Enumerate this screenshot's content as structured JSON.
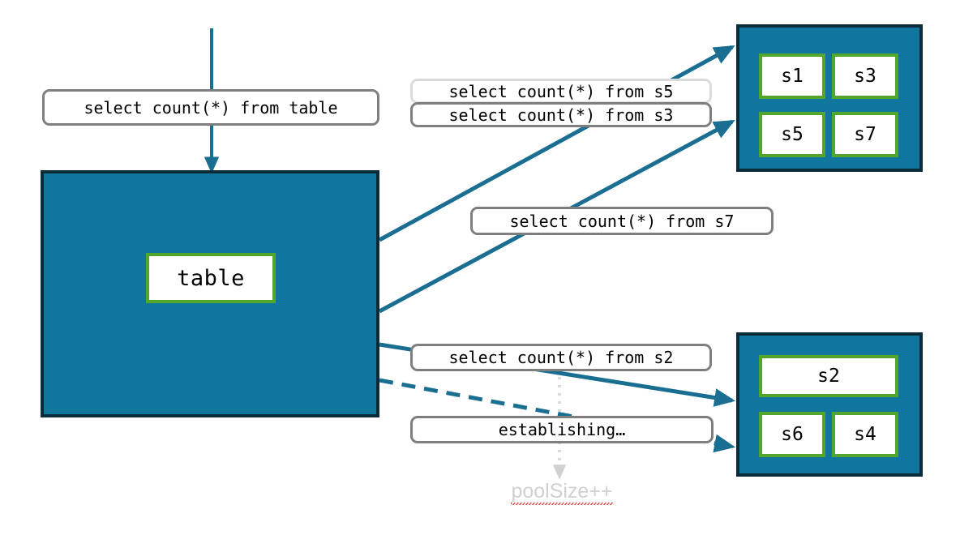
{
  "diagram": {
    "title": "connection pool query routing diagram",
    "colors": {
      "container_fill": "#10769E",
      "container_border": "#0C2B39",
      "node_border": "#52A62B",
      "node_fill": "#FFFFFF",
      "arrow": "#1A6E91",
      "callout_border": "#7F7F7F",
      "callout_border_faint": "#DBDBDB",
      "annotation_text": "#D0D0D0",
      "spellcheck_underline": "#E8413A"
    }
  },
  "table_container": {
    "node_label": "table"
  },
  "pool_top": {
    "cells": [
      {
        "label": "s1"
      },
      {
        "label": "s3"
      },
      {
        "label": "s5"
      },
      {
        "label": "s7"
      }
    ]
  },
  "pool_bottom": {
    "cells": [
      {
        "label": "s2"
      },
      {
        "label": "s6"
      },
      {
        "label": "s4"
      }
    ]
  },
  "callouts": {
    "table_query": "select count(*) from table",
    "s5_query": "select count(*) from s5",
    "s3_query": "select count(*) from s3",
    "s7_query": "select count(*) from s7",
    "s2_query": "select count(*) from s2",
    "establishing": "establishing…"
  },
  "annotations": {
    "pool_size": "poolSize++"
  }
}
